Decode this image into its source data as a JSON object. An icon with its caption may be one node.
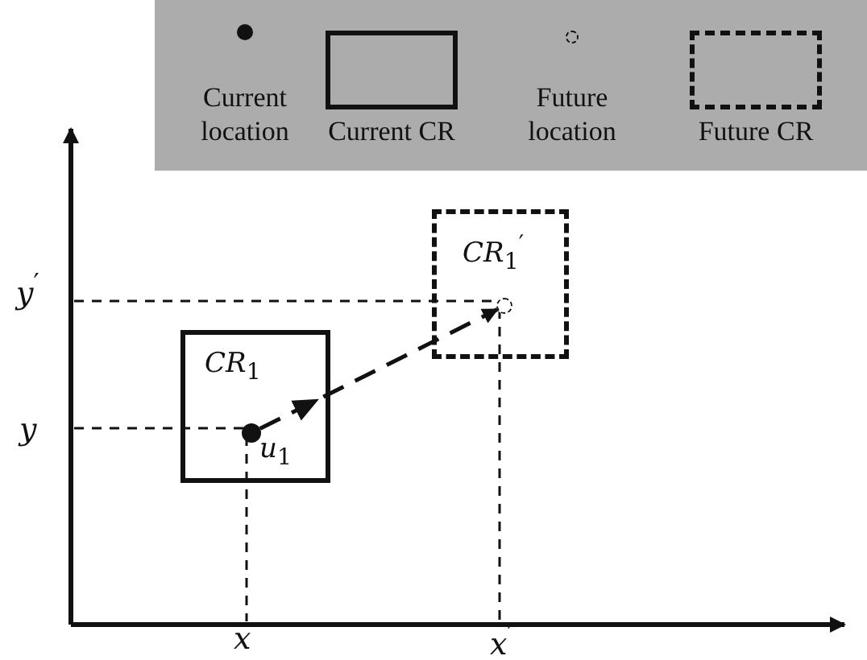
{
  "diagram": {
    "nodes": [
      {
        "text": [
          "*CR*$_{1}$"
        ]
      },
      {
        "text": [],
        "shape": "circle",
        "in": 0,
        "beside": [
          "*u*$_{1}$"
        ]
      },
      {
        "text": [
          "*CR*$_{1}$$^{′}$"
        ]
      },
      {
        "text": [],
        "shape": "circle",
        "in": 2
      }
    ],
    "edges": [
      {
        "from": 1,
        "to": 3,
        "arrow": "to",
        "style": "dashed"
      }
    ],
    "labels": [
      "*y*$^{′}$",
      "*y*",
      "*x*",
      "*x*$^{′}$"
    ],
    "legend": [
      {
        "text": "Current location"
      },
      {
        "text": "Current CR"
      },
      {
        "text": "Future location"
      },
      {
        "text": "Future CR"
      }
    ]
  }
}
